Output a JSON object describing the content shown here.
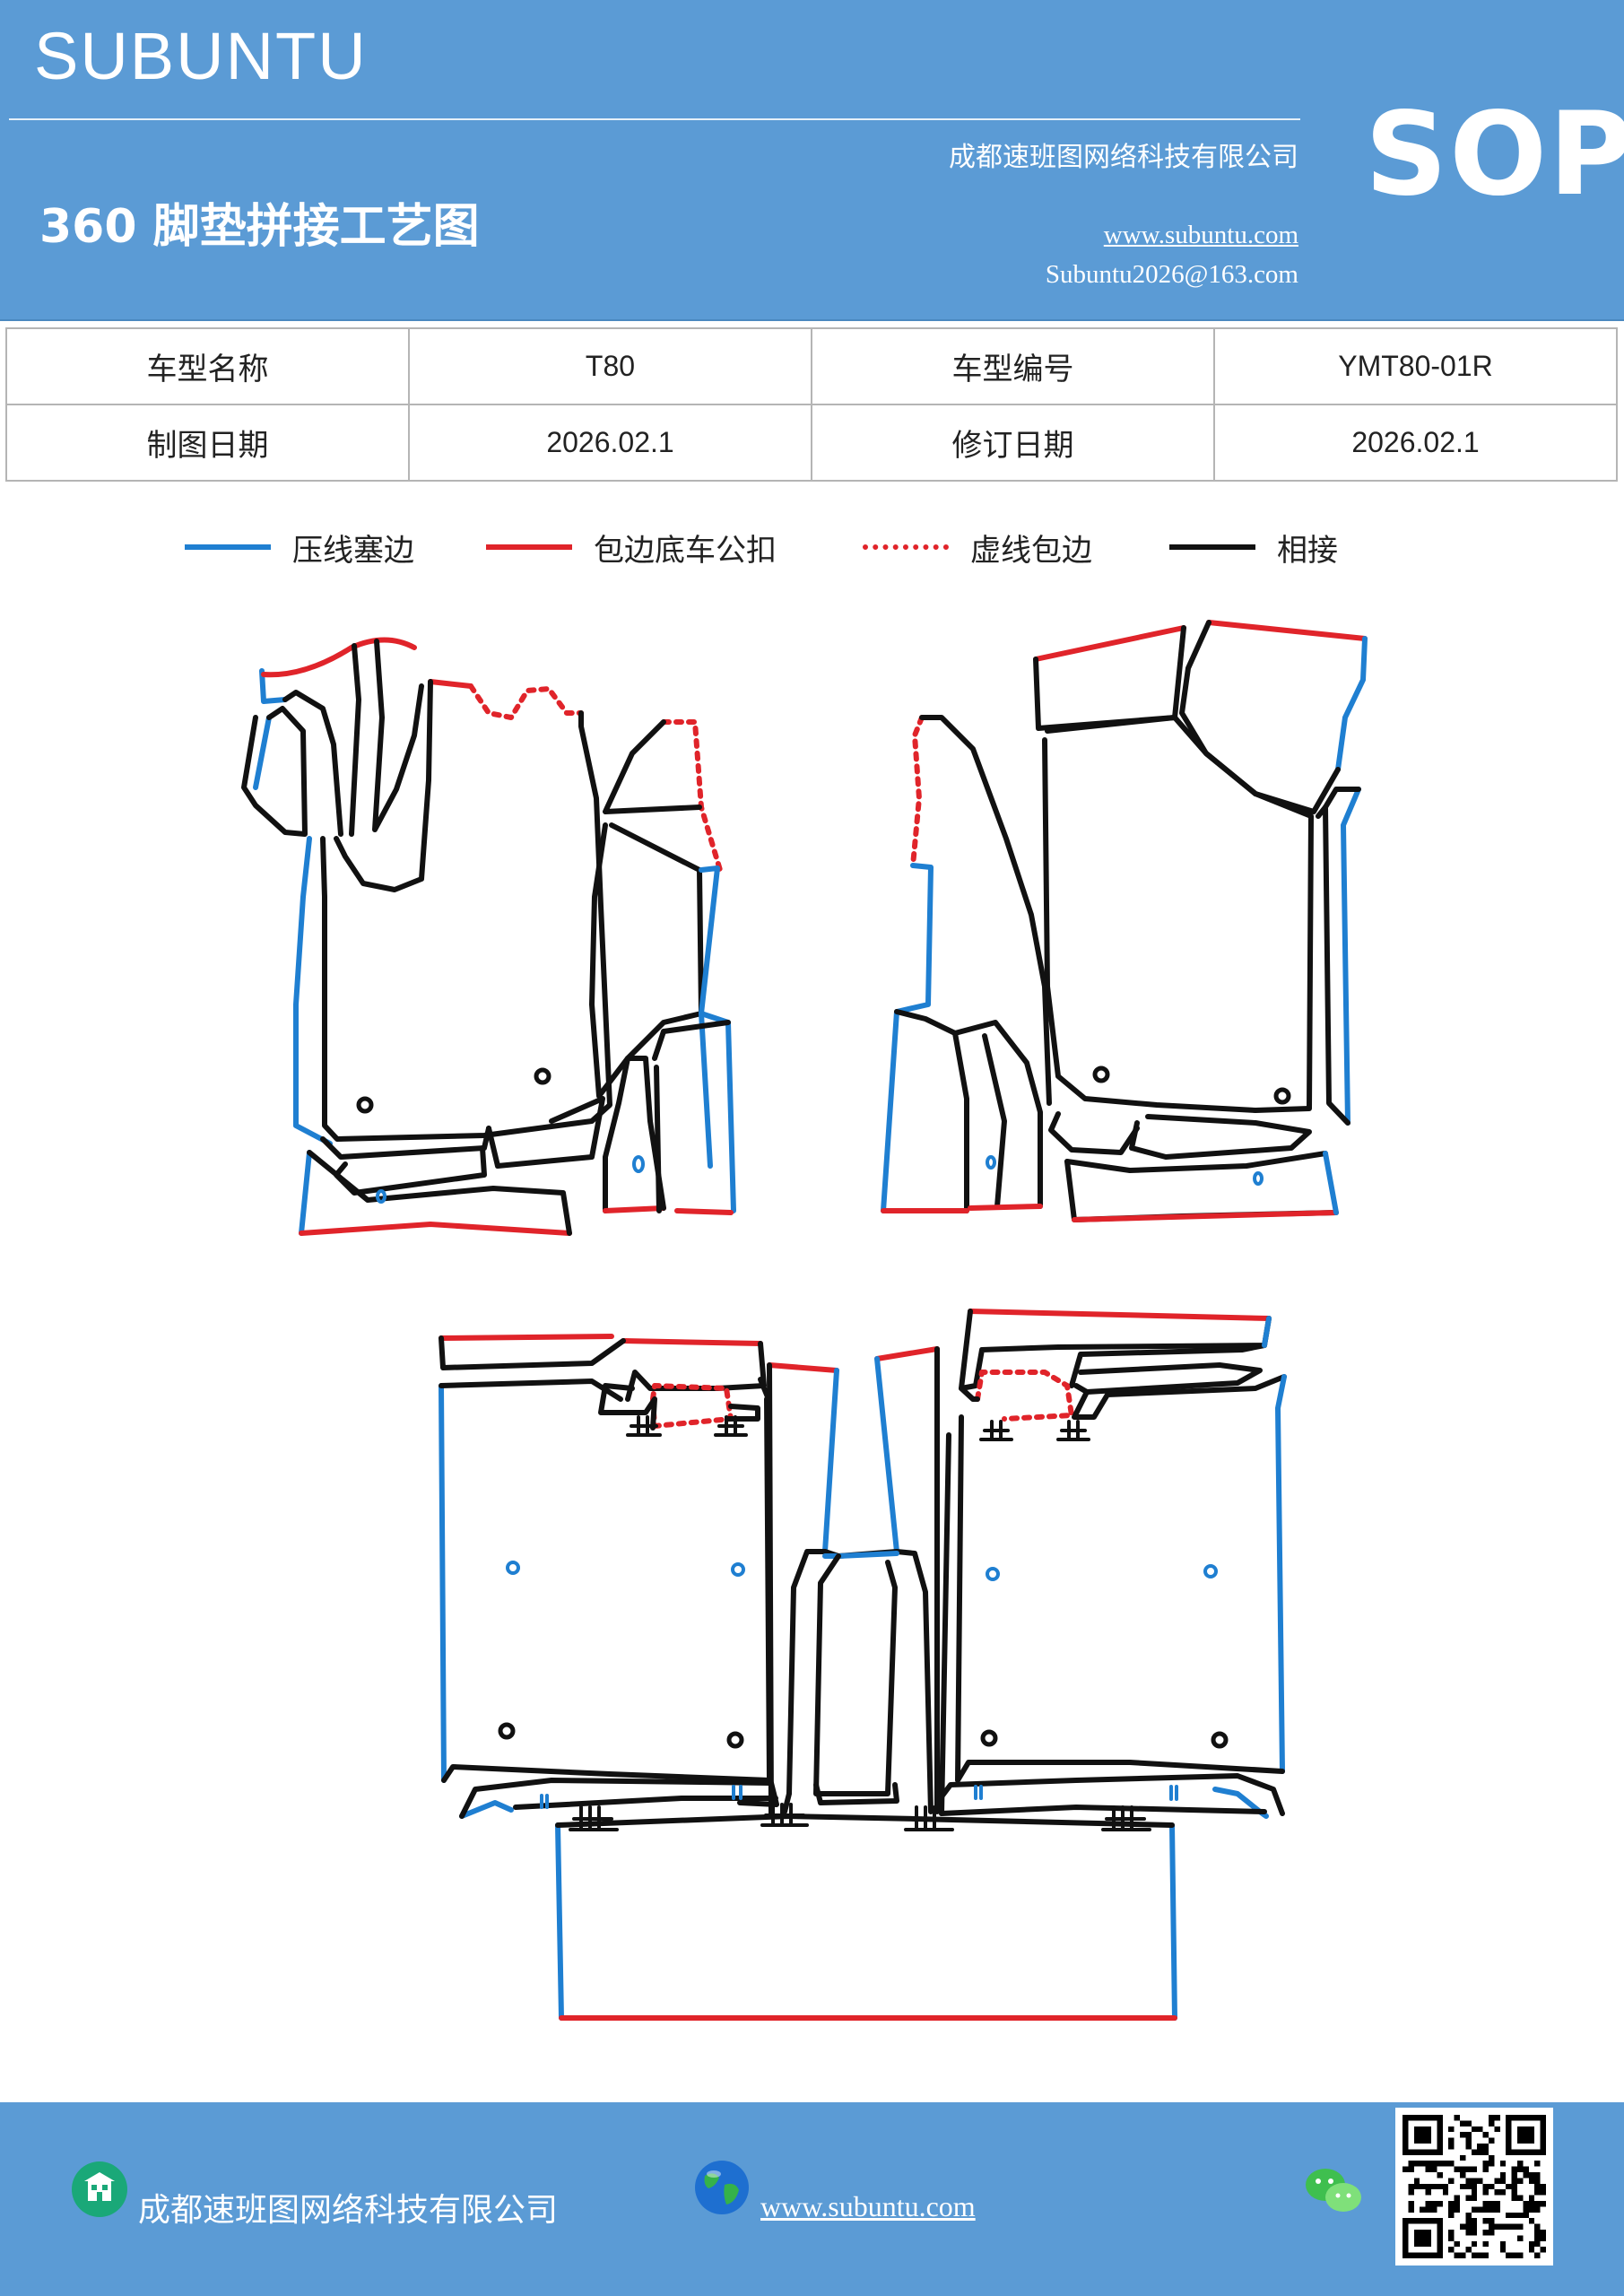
{
  "header": {
    "brand": "SUBUNTU",
    "title": "360 脚垫拼接工艺图",
    "company": "成都速班图网络科技有限公司",
    "website": "www.subuntu.com",
    "email": "Subuntu2026@163.com",
    "badge": "SOP"
  },
  "info": {
    "model_name_label": "车型名称",
    "model_name": "T80",
    "model_code_label": "车型编号",
    "model_code": "YMT80-01R",
    "draw_date_label": "制图日期",
    "draw_date": "2026.02.1",
    "revise_date_label": "修订日期",
    "revise_date": "2026.02.1"
  },
  "legend": [
    {
      "label": "压线塞边",
      "color": "#1f7fd1",
      "style": "solid"
    },
    {
      "label": "包边底车公扣",
      "color": "#e0242a",
      "style": "solid"
    },
    {
      "label": "虚线包边",
      "color": "#e0242a",
      "style": "dotted"
    },
    {
      "label": "相接",
      "color": "#111111",
      "style": "solid"
    }
  ],
  "colors": {
    "header_bg": "#5b9bd5",
    "blue_edge": "#1f7fd1",
    "red_edge": "#e0242a",
    "join_line": "#111111"
  },
  "footer": {
    "company": "成都速班图网络科技有限公司",
    "website": "www.subuntu.com",
    "icons": [
      "building-icon",
      "globe-icon",
      "wechat-icon",
      "qr-code"
    ]
  }
}
